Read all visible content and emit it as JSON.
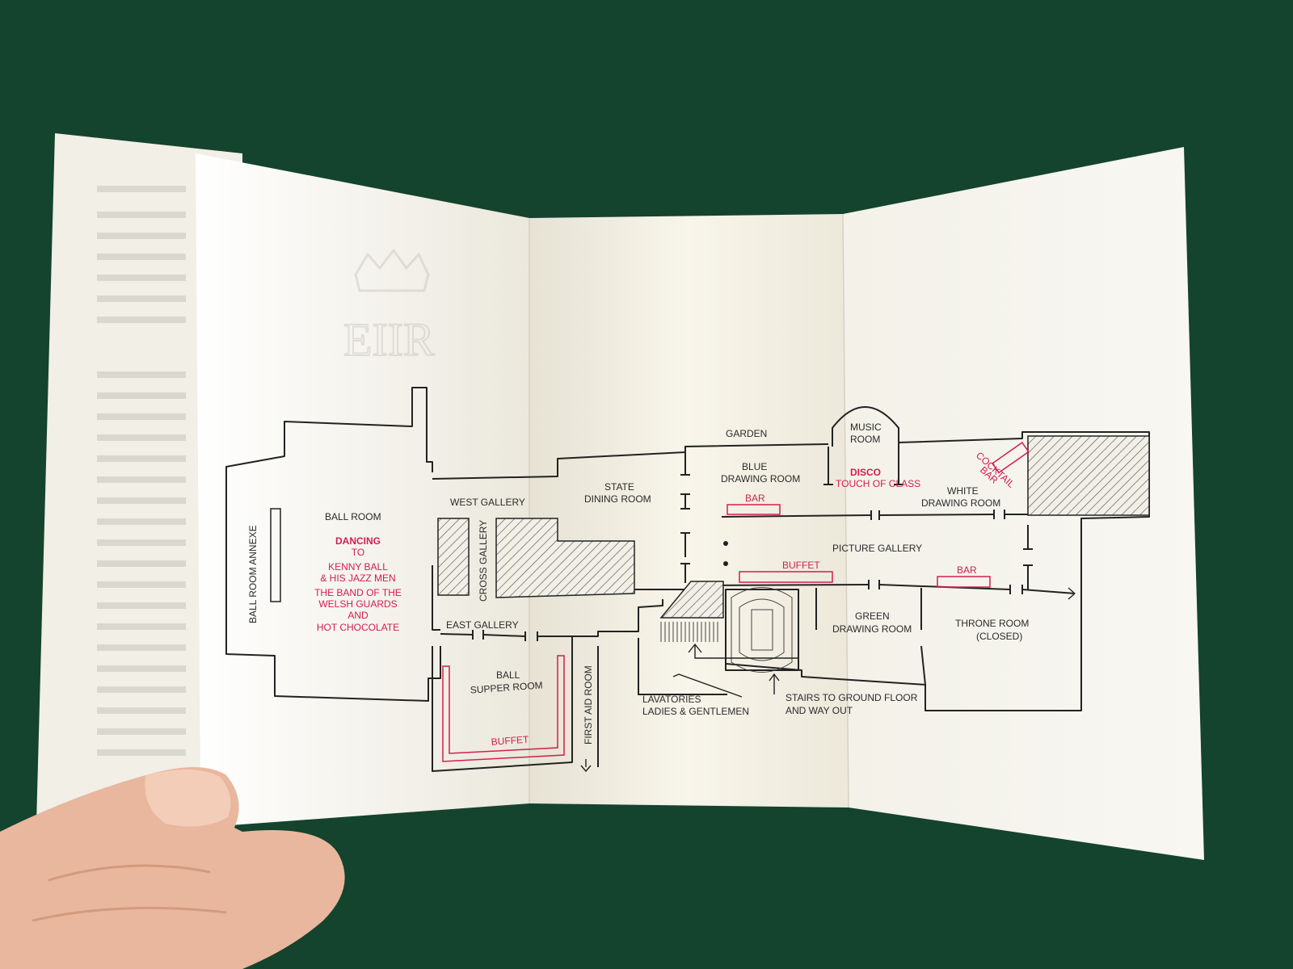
{
  "map": {
    "labels": {
      "garden": "GARDEN",
      "music_room_1": "MUSIC",
      "music_room_2": "ROOM",
      "disco": "DISCO",
      "touch_of_class": "TOUCH OF CLASS",
      "blue_room_1": "BLUE",
      "blue_room_2": "DRAWING ROOM",
      "state_dining_1": "STATE",
      "state_dining_2": "DINING ROOM",
      "west_gallery": "WEST GALLERY",
      "ball_room": "BALL ROOM",
      "ball_room_annexe": "BALL ROOM ANNEXE",
      "cross_gallery": "CROSS GALLERY",
      "east_gallery": "EAST GALLERY",
      "ball_supper_1": "BALL",
      "ball_supper_2": "SUPPER ROOM",
      "first_aid_room": "FIRST AID ROOM",
      "white_room_1": "WHITE",
      "white_room_2": "DRAWING ROOM",
      "cocktail_bar_1": "COCKTAIL",
      "cocktail_bar_2": "BAR",
      "picture_gallery": "PICTURE GALLERY",
      "green_room_1": "GREEN",
      "green_room_2": "DRAWING ROOM",
      "throne_room_1": "THRONE ROOM",
      "throne_room_2": "(CLOSED)",
      "lavatories_1": "LAVATORIES",
      "lavatories_2": "LADIES & GENTLEMEN",
      "stairs_1": "STAIRS TO GROUND FLOOR",
      "stairs_2": "AND WAY OUT"
    },
    "bars": {
      "blue_bar": "BAR",
      "gallery_bar": "BAR",
      "buffet_gallery": "BUFFET",
      "buffet_supper": "BUFFET"
    },
    "dancing": {
      "title": "DANCING",
      "to": "TO",
      "act1_line1": "KENNY BALL",
      "act1_line2": "& HIS JAZZ MEN",
      "act2_line1": "THE BAND OF THE",
      "act2_line2": "WELSH GUARDS",
      "act2_line3": "AND",
      "act3": "HOT CHOCOLATE"
    },
    "crest_monogram": "EIIR"
  },
  "colors": {
    "table": "#14432e",
    "paper": "#f7f5ec",
    "ink": "#2a2a2a",
    "accent": "#d21e4e"
  }
}
